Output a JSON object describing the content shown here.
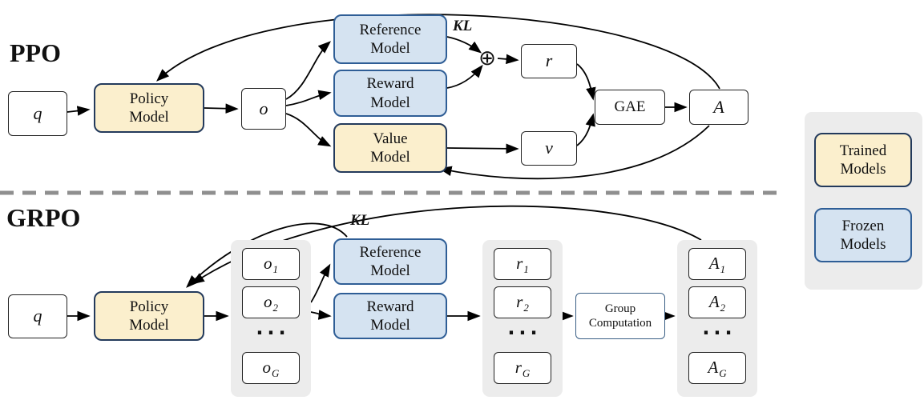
{
  "colors": {
    "trained_fill": "#FBEFCD",
    "trained_border": "#233A5C",
    "frozen_fill": "#D5E3F1",
    "frozen_border": "#2F5E96",
    "container_fill": "#ECECEC",
    "divider": "#8F8F8F",
    "arrow": "#000000"
  },
  "ppo": {
    "section_label": "PPO",
    "q": "q",
    "policy_model": {
      "line1": "Policy",
      "line2": "Model"
    },
    "o": "o",
    "reference_model": {
      "line1": "Reference",
      "line2": "Model"
    },
    "reward_model": {
      "line1": "Reward",
      "line2": "Model"
    },
    "value_model": {
      "line1": "Value",
      "line2": "Model"
    },
    "kl_label": "KL",
    "oplus": "⊕",
    "r": "r",
    "v": "v",
    "gae": "GAE",
    "a": "A"
  },
  "grpo": {
    "section_label": "GRPO",
    "q": "q",
    "policy_model": {
      "line1": "Policy",
      "line2": "Model"
    },
    "kl_label": "KL",
    "reference_model": {
      "line1": "Reference",
      "line2": "Model"
    },
    "reward_model": {
      "line1": "Reward",
      "line2": "Model"
    },
    "group_computation": {
      "line1": "Group",
      "line2": "Computation"
    },
    "ellipsis": "···",
    "o_items": [
      {
        "base": "o",
        "sub": "1"
      },
      {
        "base": "o",
        "sub": "2"
      },
      {
        "base": "o",
        "sub": "G"
      }
    ],
    "r_items": [
      {
        "base": "r",
        "sub": "1"
      },
      {
        "base": "r",
        "sub": "2"
      },
      {
        "base": "r",
        "sub": "G"
      }
    ],
    "a_items": [
      {
        "base": "A",
        "sub": "1"
      },
      {
        "base": "A",
        "sub": "2"
      },
      {
        "base": "A",
        "sub": "G"
      }
    ]
  },
  "legend": {
    "trained": {
      "line1": "Trained",
      "line2": "Models"
    },
    "frozen": {
      "line1": "Frozen",
      "line2": "Models"
    }
  }
}
